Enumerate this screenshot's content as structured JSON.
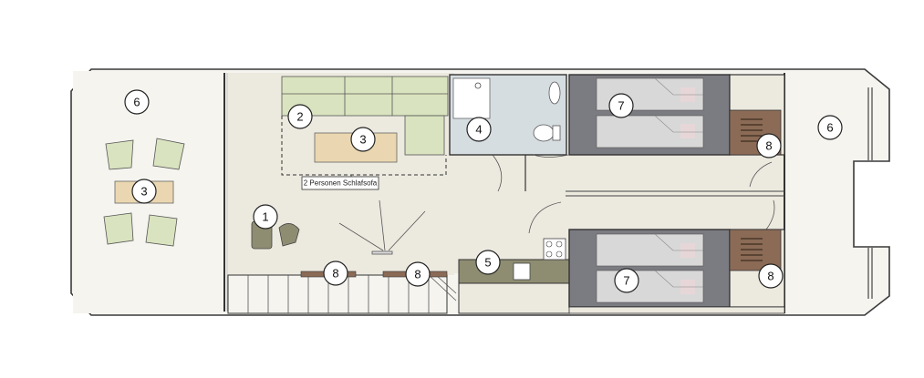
{
  "markers": {
    "deck_front": "6",
    "deck_front_table": "3",
    "chairs_1": "1",
    "sofa_2": "2",
    "table_3": "3",
    "bath_4": "4",
    "kitchen_5": "5",
    "cabin_top_7": "7",
    "cabin_bottom_7": "7",
    "storage_top_8": "8",
    "storage_bottom_8": "8",
    "stairs_left_8": "8",
    "stairs_right_8": "8",
    "deck_rear": "6"
  },
  "sofa_label": "2 Personen Schlafsofa",
  "colors": {
    "floor": "#ece9df",
    "deck": "#f5f4ef",
    "sofa": "#d9e3bf",
    "table": "#ead7b1",
    "bath": "#d6dde1",
    "cabin": "#7b7b82",
    "bed": "#d8d8d8",
    "pillow": "#e7d6d8",
    "wardrobe": "#8b6b56",
    "counter": "#8e8d72"
  }
}
